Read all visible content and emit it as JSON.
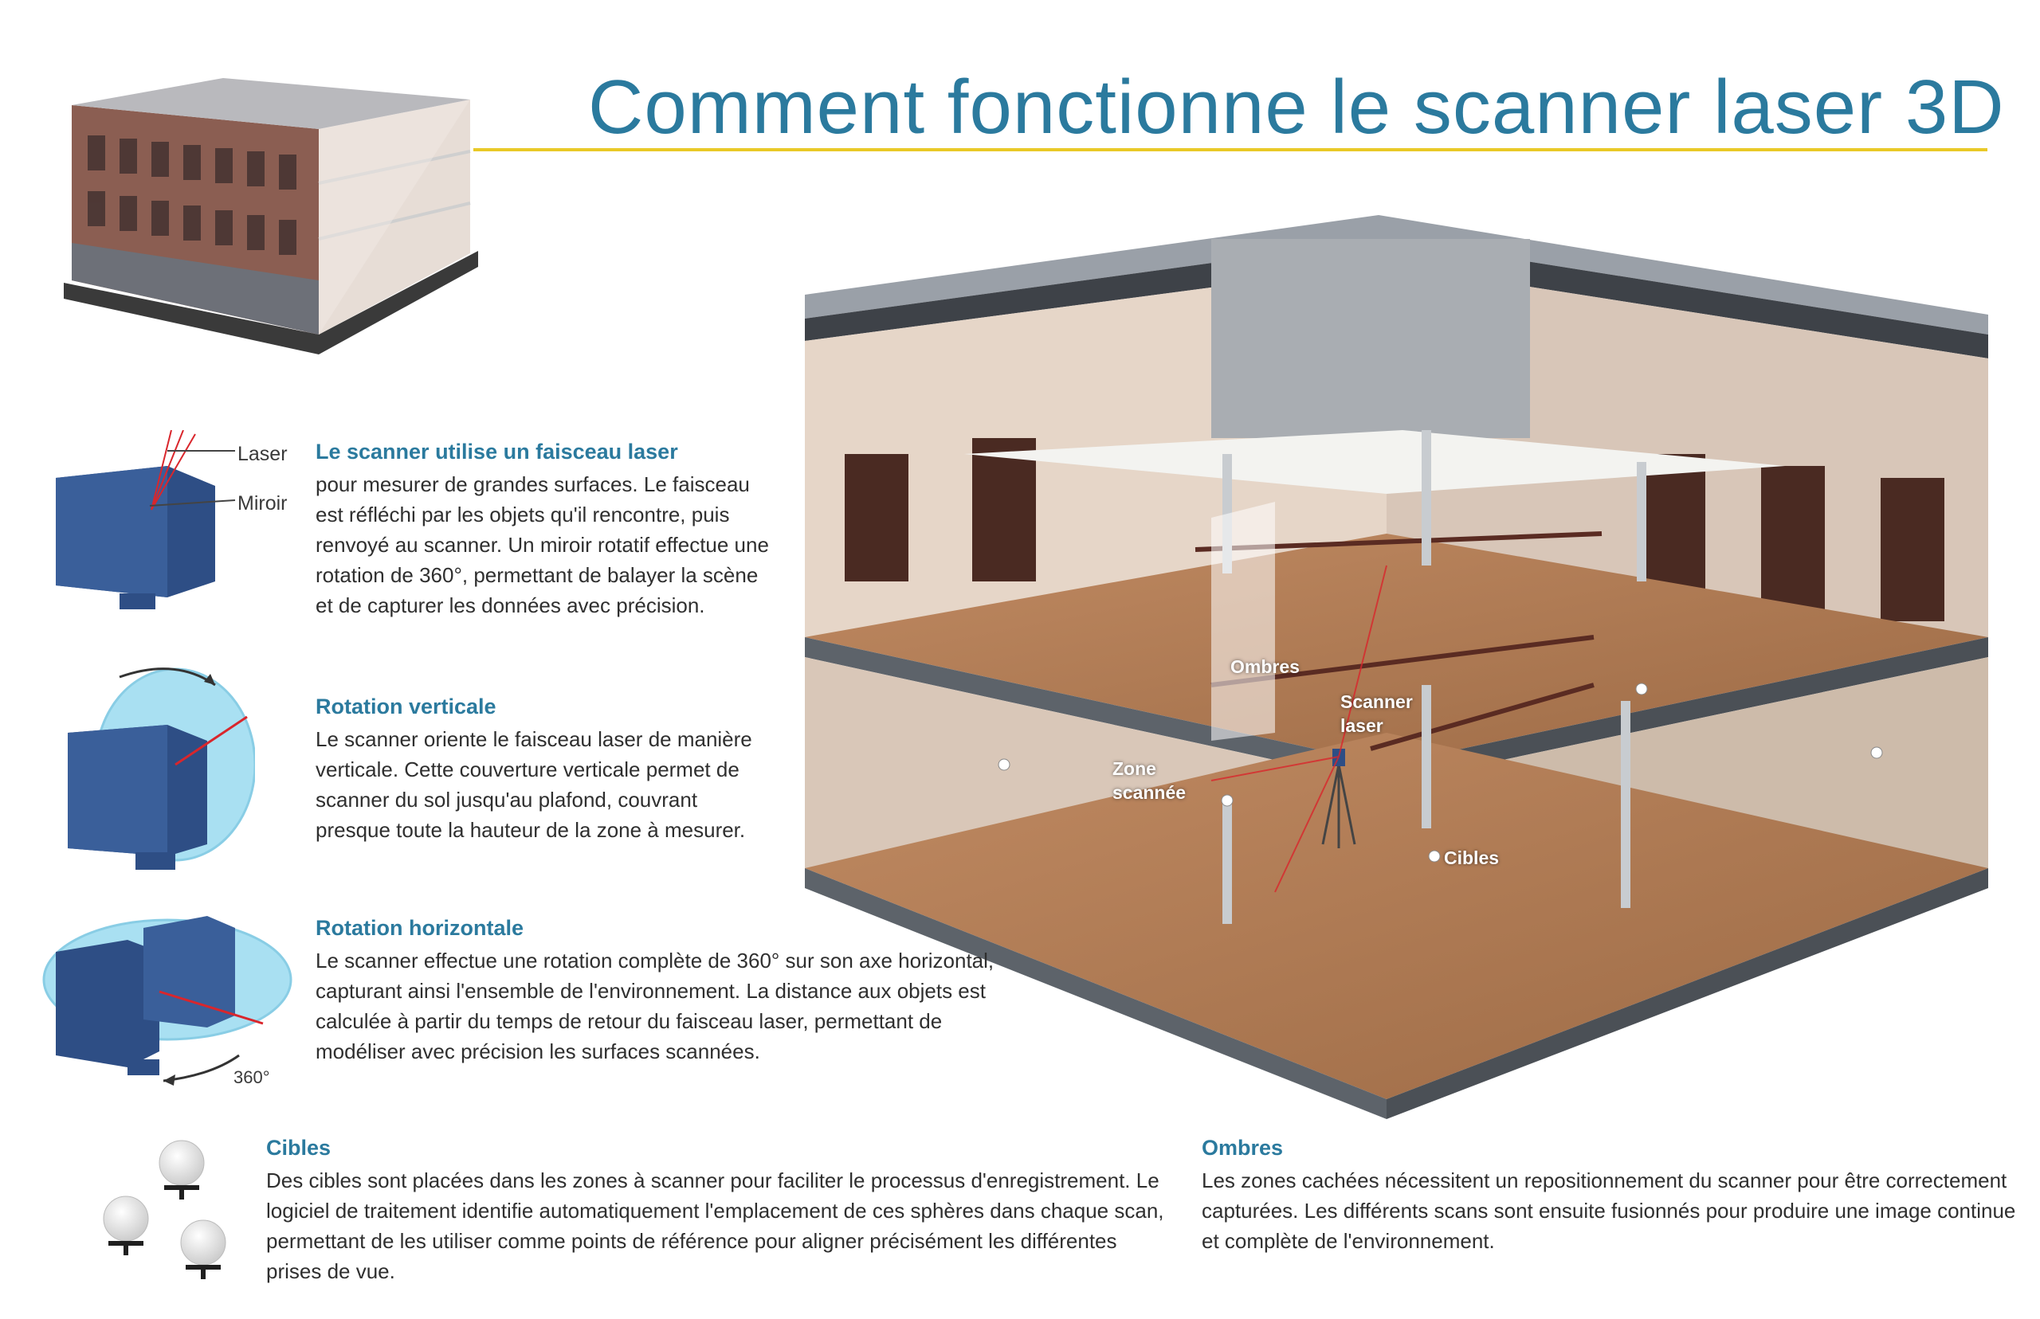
{
  "title": "Comment fonctionne le scanner laser 3D",
  "colors": {
    "accent": "#2b7a9e",
    "rule": "#e9c927",
    "scanner": "#2e4e85",
    "beam": "#d9262c",
    "sweep": "#63c8e8"
  },
  "sections": {
    "laser": {
      "title": "Le scanner utilise un faisceau laser",
      "body": "pour mesurer de grandes surfaces. Le faisceau est réfléchi par les objets qu'il rencontre, puis renvoyé au scanner. Un miroir rotatif effectue une rotation de 360°, permettant de balayer la scène et de capturer les données avec précision."
    },
    "vertical": {
      "title": "Rotation verticale",
      "body": "Le scanner oriente le faisceau laser de manière verticale. Cette couverture verticale permet de scanner du sol jusqu'au plafond, couvrant presque toute la hauteur de la zone à mesurer."
    },
    "horizontal": {
      "title": "Rotation horizontale",
      "body": "Le scanner effectue une rotation complète de 360° sur son axe horizontal, capturant ainsi l'ensemble de l'environnement. La distance aux objets est calculée à partir du temps de retour du faisceau laser, permettant de modéliser avec précision les surfaces scannées."
    },
    "cibles": {
      "title": "Cibles",
      "body": "Des cibles sont placées dans les zones à scanner pour faciliter le processus d'enregistrement. Le logiciel de traitement identifie automatiquement l'emplacement de ces sphères dans chaque scan, permettant de les utiliser comme points de référence pour aligner précisément les différentes prises de vue."
    },
    "ombres": {
      "title": "Ombres",
      "body": "Les zones cachées nécessitent un repositionnement du scanner pour être correctement capturées. Les différents scans sont ensuite fusionnés pour produire une image continue et complète de l'environnement."
    }
  },
  "callouts": {
    "laser": "Laser",
    "miroir": "Miroir",
    "rotation": "360°"
  },
  "overlay_labels": {
    "ombres": "Ombres",
    "scanner": "Scanner laser",
    "zone": "Zone scannée",
    "cibles": "Cibles"
  }
}
